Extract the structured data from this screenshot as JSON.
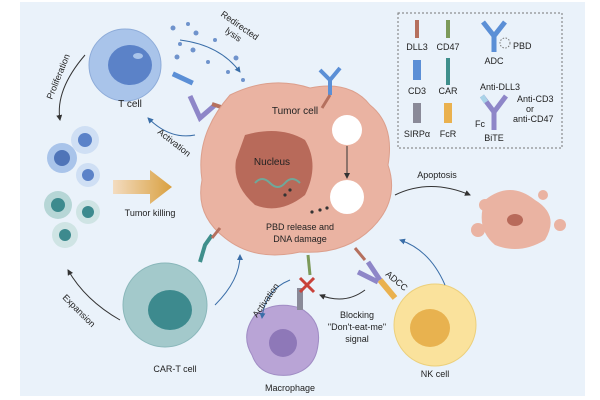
{
  "labels": {
    "t_cell": "T cell",
    "redirected": "Redirected",
    "lysis": "lysis",
    "activation_top": "Activation",
    "proliferation": "Proliferation",
    "tumor_cell": "Tumor cell",
    "nucleus": "Nucleus",
    "pbd_release_1": "PBD release and",
    "pbd_release_2": "DNA damage",
    "tumor_killing": "Tumor killing",
    "apoptosis": "Apoptosis",
    "expansion": "Expansion",
    "car_t_cell": "CAR-T cell",
    "activation_bottom": "Activation",
    "macrophage": "Macrophage",
    "blocking_1": "Blocking",
    "blocking_2": "\"Don't-eat-me\"",
    "blocking_3": "signal",
    "adcc": "ADCC",
    "nk_cell": "NK cell"
  },
  "legend": {
    "items": [
      {
        "label": "DLL3",
        "color": "#b5705e"
      },
      {
        "label": "CD47",
        "color": "#7c9a5a"
      },
      {
        "label": "CD3",
        "color": "#5b8fd6"
      },
      {
        "label": "CAR",
        "color": "#3f8f8c"
      },
      {
        "label": "SIRPα",
        "color": "#8a8a98"
      },
      {
        "label": "FcR",
        "color": "#eab14e"
      }
    ],
    "adc": "ADC",
    "pbd": "PBD",
    "anti_dll3": "Anti-DLL3",
    "anti_cd3": "Anti-CD3",
    "or": "or",
    "anti_cd47": "anti-CD47",
    "fc": "Fc",
    "bite": "BiTE"
  },
  "colors": {
    "background": "#eaf2fa",
    "t_cell": "#a9c4ea",
    "tumor_cell": "#eab3a2",
    "car_t_cell": "#a3c9cb",
    "macrophage": "#b9a4d6",
    "nk_cell": "#fae29c",
    "tumor_killing_arrow": "#d9a040",
    "block_x": "#c9423a"
  }
}
